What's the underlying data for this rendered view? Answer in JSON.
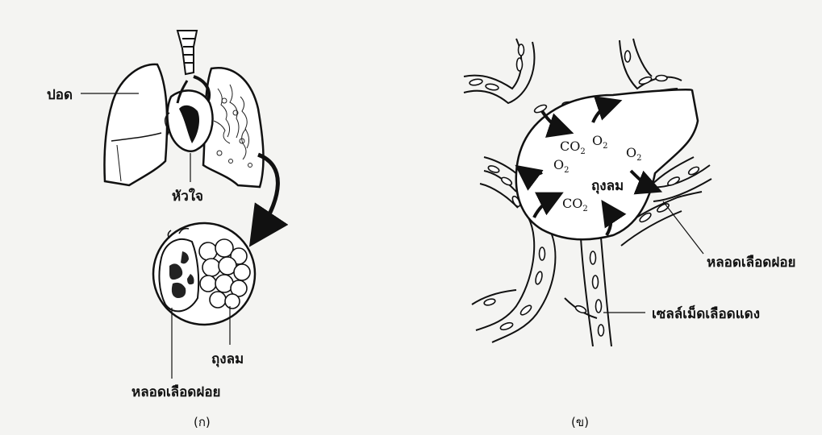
{
  "left_panel": {
    "caption": "(ก)",
    "labels": {
      "lung": "ปอด",
      "heart": "หัวใจ",
      "alveolus": "ถุงลม",
      "capillary": "หลอดเลือดฝอย"
    }
  },
  "right_panel": {
    "caption": "(ข)",
    "labels": {
      "alveolus": "ถุงลม",
      "capillary": "หลอดเลือดฝอย",
      "red_blood_cell": "เซลล์เม็ดเลือดแดง"
    },
    "gases": {
      "co2_main": "CO",
      "co2_main_sub": "2",
      "o2_top": "O",
      "o2_top_sub": "2",
      "o2_left": "O",
      "o2_left_sub": "2",
      "o2_right": "O",
      "o2_right_sub": "2",
      "co2_bottom": "CO",
      "co2_bottom_sub": "2"
    }
  }
}
